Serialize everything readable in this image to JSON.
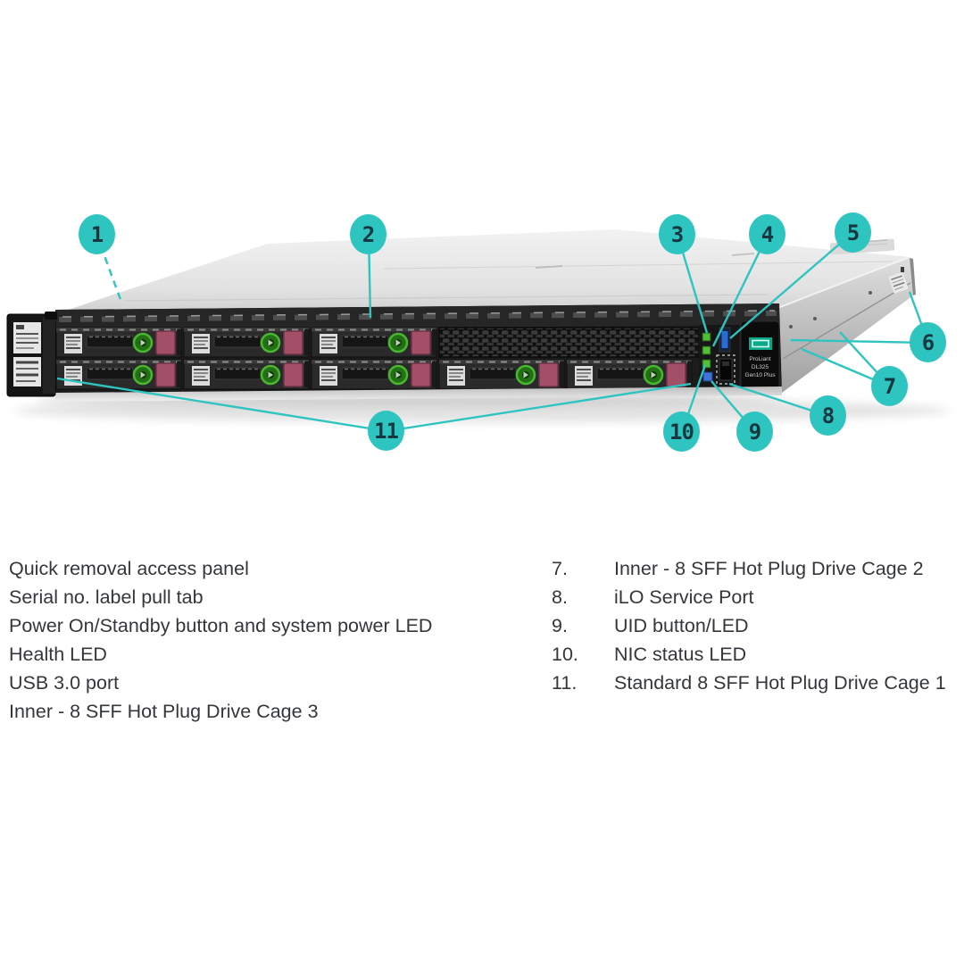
{
  "colors": {
    "accent_teal": "#2ec4c0",
    "callout_text": "#163640",
    "led_green": "#52bd38",
    "led_blue": "#3f74dd",
    "usb_blue": "#2b6bd6",
    "drive_latch_magenta": "#a34f67",
    "hpe_badge_green": "#0aa98a",
    "legend_text": "#33373b"
  },
  "callouts": [
    {
      "num": "1"
    },
    {
      "num": "2"
    },
    {
      "num": "3"
    },
    {
      "num": "4"
    },
    {
      "num": "5"
    },
    {
      "num": "6"
    },
    {
      "num": "7"
    },
    {
      "num": "8"
    },
    {
      "num": "9"
    },
    {
      "num": "10"
    },
    {
      "num": "11"
    }
  ],
  "legend": {
    "left": [
      "Quick removal access panel",
      "Serial no. label pull tab",
      "Power On/Standby button and system power LED",
      "Health LED",
      "USB 3.0 port",
      "Inner - 8 SFF Hot Plug  Drive Cage 3"
    ],
    "right": [
      {
        "num": "7.",
        "text": "Inner - 8 SFF Hot Plug Drive Cage 2"
      },
      {
        "num": "8.",
        "text": "iLO Service Port"
      },
      {
        "num": "9.",
        "text": "UID button/LED"
      },
      {
        "num": "10.",
        "text": "NIC status LED"
      },
      {
        "num": "11.",
        "text": "Standard 8 SFF Hot Plug Drive Cage 1"
      }
    ]
  },
  "server": {
    "model_badge": [
      "ProLiant",
      "DL325",
      "Gen10 Plus"
    ]
  },
  "icons": {
    "power_led": "green-square",
    "health_led": "green-square",
    "nic_led": "green-square",
    "uid_button": "blue-square",
    "usb3_port": "blue-slot",
    "ilo_service_port": "black-port-dashed-bracket",
    "drive_release_button": "green-circle",
    "drive_latch": "magenta-rect"
  }
}
